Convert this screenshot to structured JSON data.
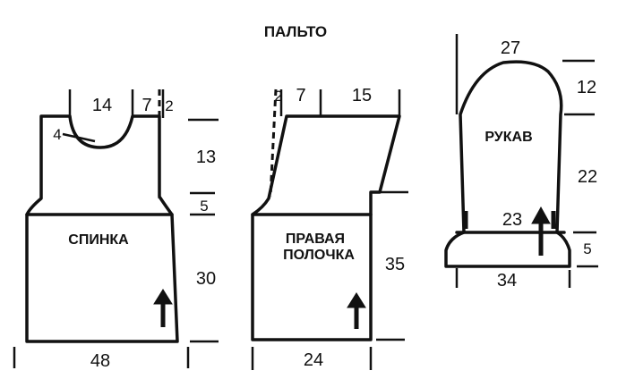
{
  "title": "ПАЛЬТО",
  "back": {
    "label": "СПИНКА",
    "dims": {
      "neck_width": "14",
      "shoulder_width": "7",
      "shoulder_edge": "2",
      "neck_depth": "4",
      "armhole_height": "13",
      "armhole_shaping": "5",
      "body_height": "30",
      "bottom_width": "48"
    }
  },
  "front": {
    "label_line1": "ПРАВАЯ",
    "label_line2": "ПОЛОЧКА",
    "dims": {
      "shoulder_edge": "2",
      "shoulder_width": "7",
      "neck_width": "15",
      "body_height": "35",
      "bottom_width": "24"
    }
  },
  "sleeve": {
    "label": "РУКАВ",
    "dims": {
      "cap_top": "27",
      "cap_height": "12",
      "sleeve_height": "22",
      "width_above_cuff": "23",
      "cuff_height": "5",
      "cuff_width": "34"
    }
  }
}
